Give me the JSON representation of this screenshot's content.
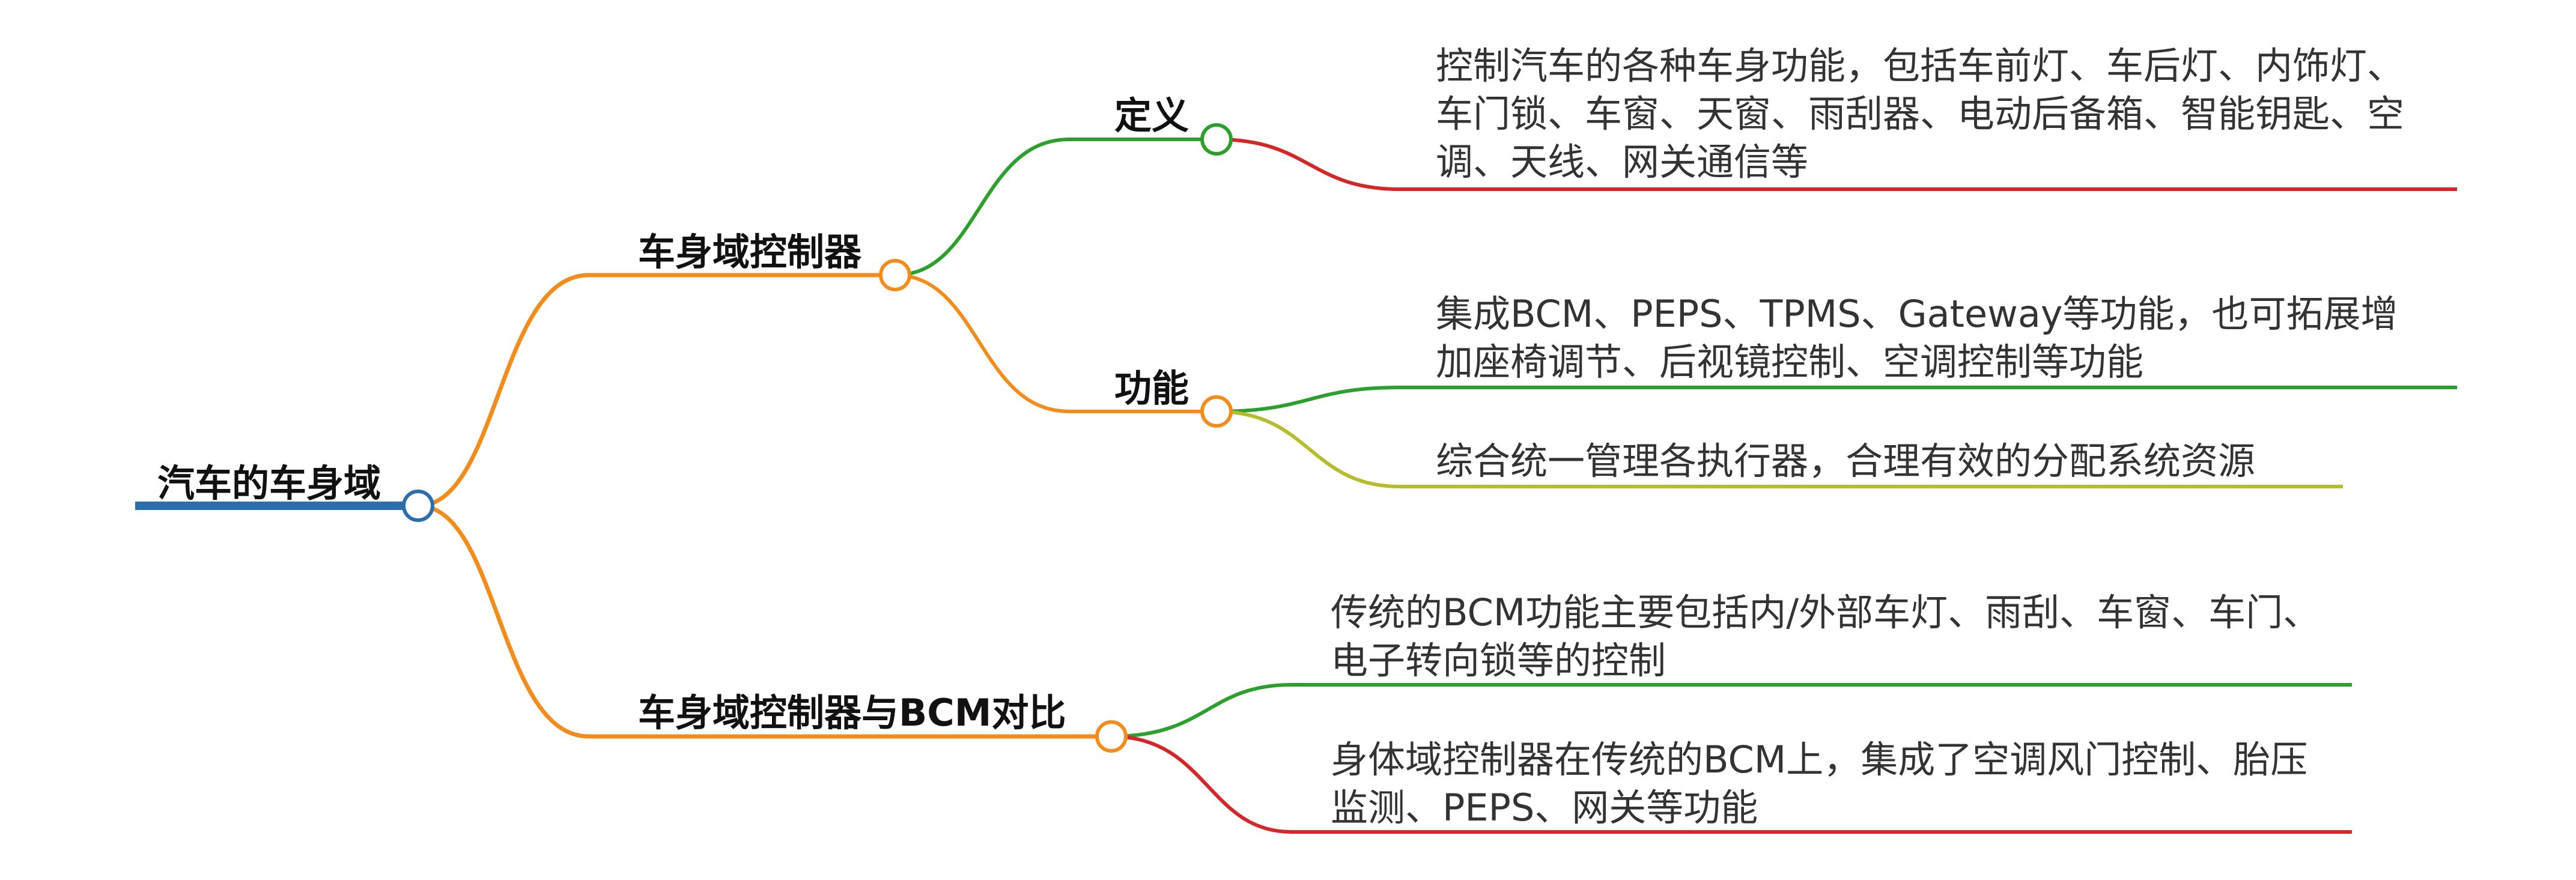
{
  "root": {
    "label": "汽车的车身域",
    "color": "#2a6eb0"
  },
  "branches": [
    {
      "label": "车身域控制器",
      "color": "#f28c1a",
      "children": [
        {
          "label": "定义",
          "color": "#2ca02c",
          "leaves": [
            {
              "text": "控制汽车的各种车身功能，包括车前灯、车后灯、内饰灯、车门锁、车窗、天窗、雨刮器、电动后备箱、智能钥匙、空调、天线、网关通信等",
              "color": "#d62728"
            }
          ]
        },
        {
          "label": "功能",
          "color": "#f28c1a",
          "leaves": [
            {
              "text": "集成BCM、PEPS、TPMS、Gateway等功能，也可拓展增加座椅调节、后视镜控制、空调控制等功能",
              "color": "#2ca02c"
            },
            {
              "text": "综合统一管理各执行器，合理有效的分配系统资源",
              "color": "#b5bd2a"
            }
          ]
        }
      ]
    },
    {
      "label": "车身域控制器与BCM对比",
      "color": "#f28c1a",
      "leaves": [
        {
          "text": "传统的BCM功能主要包括内/外部车灯、雨刮、车窗、车门、电子转向锁等的控制",
          "color": "#2ca02c"
        },
        {
          "text": "身体域控制器在传统的BCM上，集成了空调风门控制、胎压监测、PEPS、网关等功能",
          "color": "#d62728"
        }
      ]
    }
  ]
}
